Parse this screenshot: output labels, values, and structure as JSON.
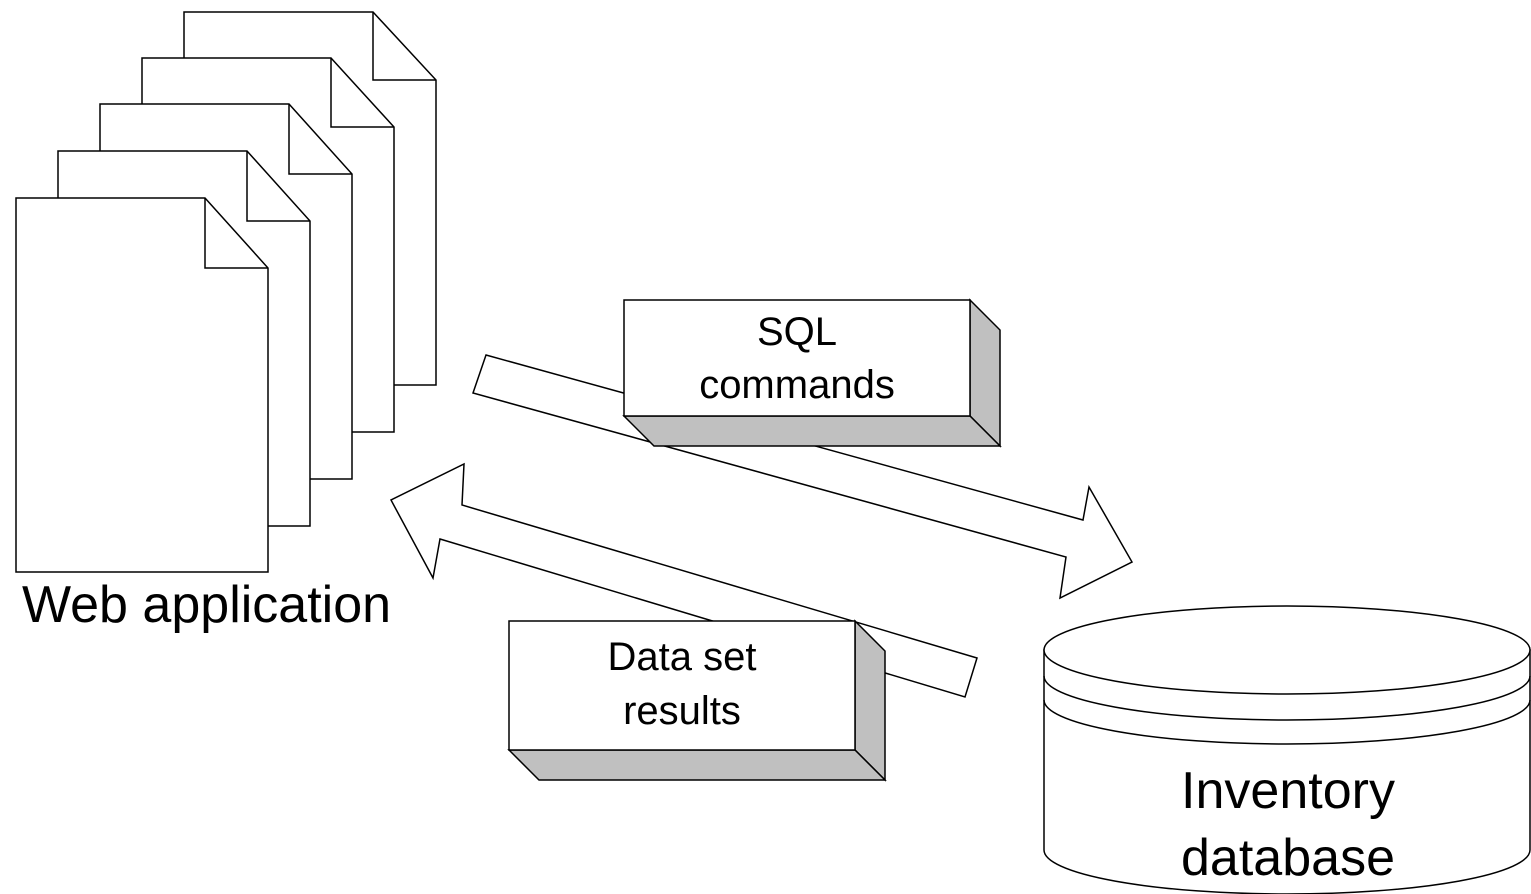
{
  "nodes": {
    "web_app": {
      "label": "Web application"
    },
    "database": {
      "label_lines": [
        "Inventory",
        "database"
      ]
    }
  },
  "edges": {
    "sql": {
      "label_lines": [
        "SQL",
        "commands"
      ]
    },
    "results": {
      "label_lines": [
        "Data set",
        "results"
      ]
    }
  },
  "colors": {
    "stroke": "#000000",
    "fill": "#ffffff",
    "box_shadow": "#c0c0c0"
  },
  "icons": {
    "web_app": "document-stack-icon",
    "database": "cylinder-database-icon"
  }
}
